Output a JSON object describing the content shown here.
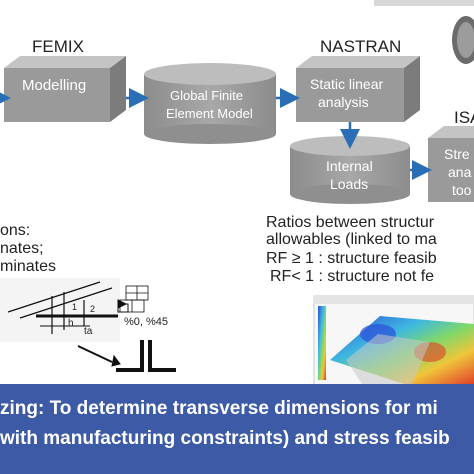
{
  "diagram": {
    "femix_label": "FEMIX",
    "nastran_label": "NASTRAN",
    "isa_label": "ISA",
    "modelling_box": "Modelling",
    "global_fe_model": [
      "Global Finite",
      "Element Model"
    ],
    "static_linear": [
      "Static linear",
      "analysis"
    ],
    "internal_loads": [
      "Internal",
      "Loads"
    ],
    "stress_box": [
      "Stre",
      "ana",
      "too"
    ],
    "left_text": [
      "ons:",
      "nates;",
      "minates"
    ],
    "ratios_text": [
      "Ratios between structur",
      "allowables (linked to ma",
      "RF ≥ 1 : structure feasib",
      "RF< 1 : structure not fe"
    ],
    "cad_labels": [
      "%0, %45",
      "ta",
      "h",
      "1",
      "2"
    ],
    "bottom_banner": [
      "zing: To determine transverse dimensions for mi",
      "with manufacturing constraints) and stress feasib"
    ]
  },
  "colors": {
    "box_front": "#9a9a9a",
    "box_top": "#c4c4c4",
    "box_side": "#7c7c7c",
    "arrow": "#2a6fb5",
    "banner": "#3d5aa6"
  }
}
